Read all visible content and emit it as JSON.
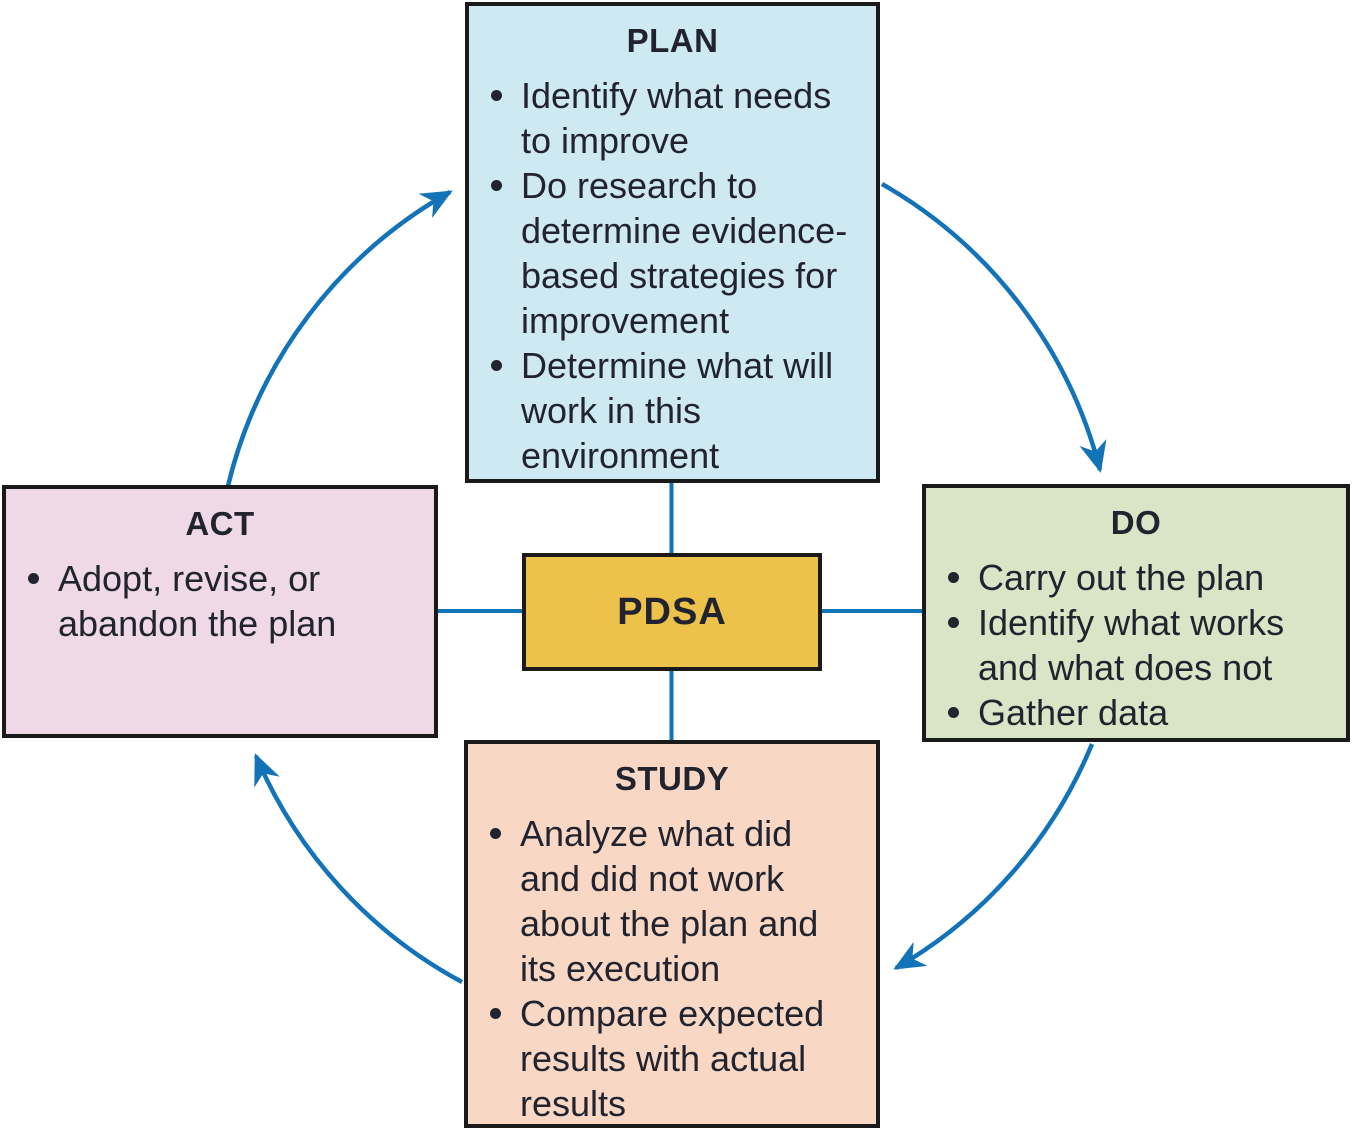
{
  "colors": {
    "plan_bg": "#cfe9f2",
    "do_bg": "#d8e5c6",
    "study_bg": "#f9d7c5",
    "act_bg": "#efd9e6",
    "center_bg": "#edc24b",
    "arrow": "#1273b8",
    "border": "#1a1a1a",
    "text": "#21242e"
  },
  "center": {
    "label": "PDSA"
  },
  "nodes": {
    "plan": {
      "title": "PLAN",
      "bullets": [
        "Identify what needs to improve",
        "Do research to determine evidence-based strategies for improvement",
        "Determine what will work in this environment"
      ]
    },
    "do": {
      "title": "DO",
      "bullets": [
        "Carry out the plan",
        "Identify what works and what does not",
        "Gather data"
      ]
    },
    "study": {
      "title": "STUDY",
      "bullets": [
        "Analyze what did and did not work about the plan and its execution",
        "Compare expected results with actual results"
      ]
    },
    "act": {
      "title": "ACT",
      "bullets": [
        "Adopt, revise, or abandon the plan"
      ]
    }
  }
}
